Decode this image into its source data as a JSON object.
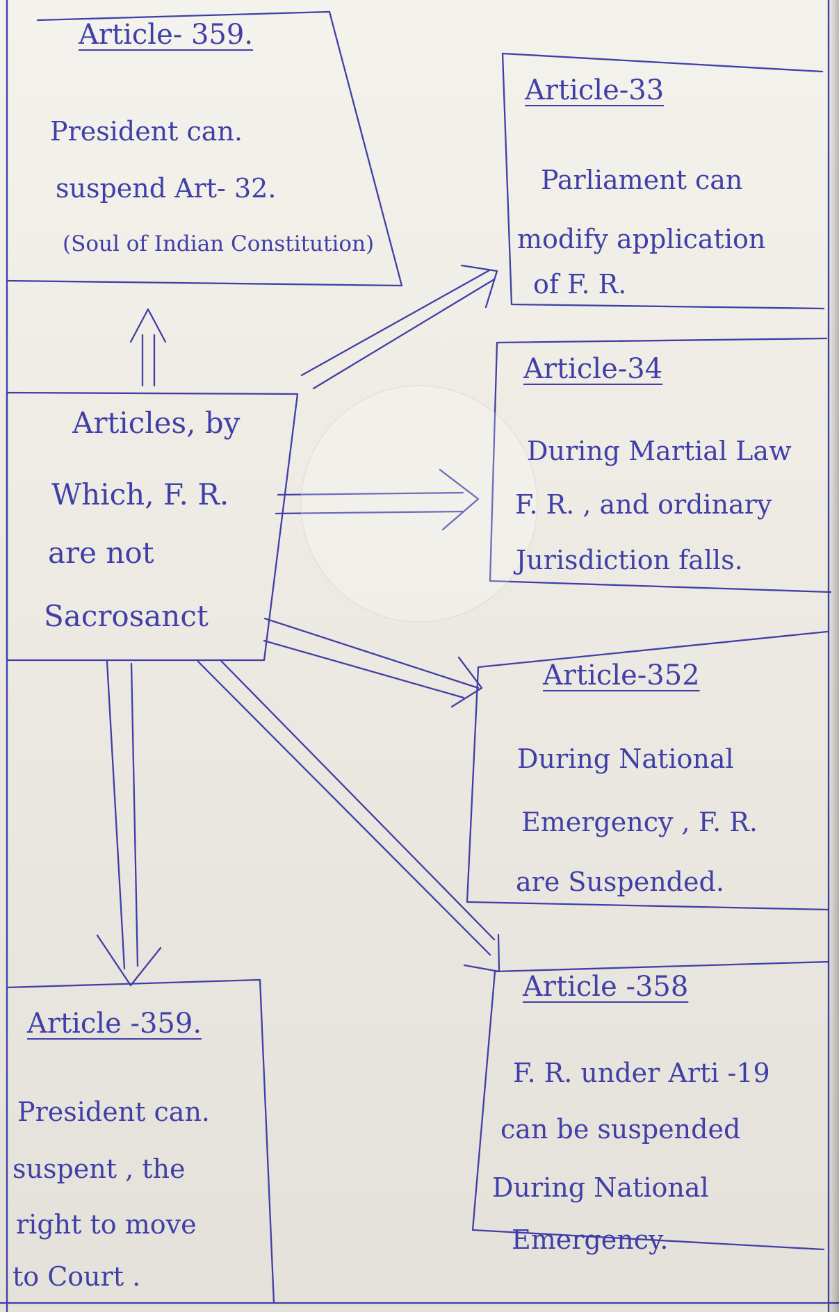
{
  "diagram": {
    "center": {
      "lines": [
        "Articles, by",
        "Which, F. R.",
        "are not",
        "Sacrosanct"
      ]
    },
    "top_left": {
      "title": "Article- 359.",
      "lines": [
        "President can.",
        "suspend Art- 32.",
        "(Soul of Indian Constitution)"
      ]
    },
    "top_right": {
      "title": "Article-33",
      "lines": [
        "Parliament can",
        "modify application",
        "of F. R."
      ]
    },
    "article_34": {
      "title": "Article-34",
      "lines": [
        "During Martial Law",
        "F. R. , and ordinary",
        "Jurisdiction falls."
      ]
    },
    "article_352": {
      "title": "Article-352",
      "lines": [
        "During National",
        "Emergency , F. R.",
        "are Suspended."
      ]
    },
    "article_358": {
      "title": "Article -358",
      "lines": [
        "F. R. under Arti -19",
        "can be suspended",
        "During National",
        "Emergency."
      ]
    },
    "bottom_left": {
      "title": "Article -359.",
      "lines": [
        "President can.",
        "suspent , the",
        "right to move",
        "to Court ."
      ]
    }
  },
  "colors": {
    "paper": "#ece9e2",
    "ink": "#3f3fa7"
  }
}
